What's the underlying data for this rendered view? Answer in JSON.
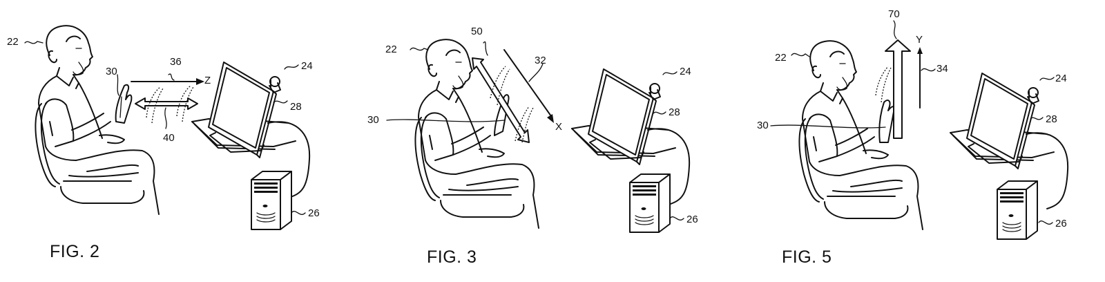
{
  "figures": [
    {
      "id": "fig2",
      "caption": "FIG. 2",
      "labels": {
        "user": "22",
        "hand": "30",
        "axis_arrow": "36",
        "axis_name": "Z",
        "motion_arrow": "40",
        "camera": "24",
        "display": "28",
        "computer": "26"
      },
      "gesture": "push-pull along Z axis"
    },
    {
      "id": "fig3",
      "caption": "FIG. 3",
      "labels": {
        "user": "22",
        "motion_arrow": "50",
        "axis_arrow": "32",
        "axis_name": "X",
        "hand": "30",
        "camera": "24",
        "display": "28",
        "computer": "26"
      },
      "gesture": "sweep along X axis"
    },
    {
      "id": "fig5",
      "caption": "FIG. 5",
      "labels": {
        "user": "22",
        "motion_arrow": "70",
        "axis_name": "Y",
        "axis_arrow": "34",
        "hand": "30",
        "camera": "24",
        "display": "28",
        "computer": "26"
      },
      "gesture": "raise along Y axis"
    }
  ],
  "colors": {
    "line": "#111111",
    "background": "#ffffff"
  }
}
